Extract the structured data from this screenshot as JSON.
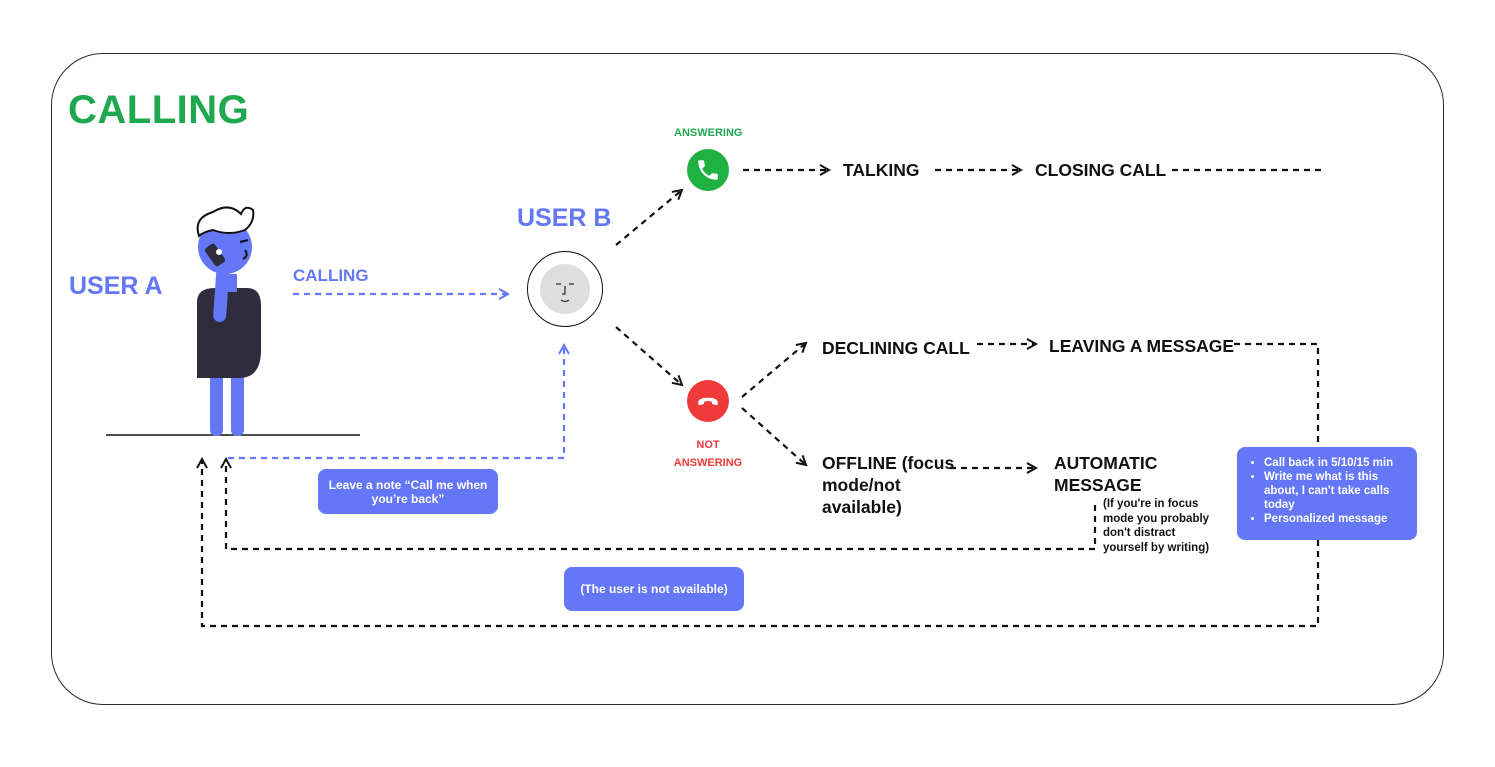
{
  "title": "CALLING",
  "actors": {
    "user_a": "USER A",
    "user_b": "USER B"
  },
  "edges": {
    "calling": "CALLING"
  },
  "states": {
    "answering": "ANSWERING",
    "not_answering": "NOT ANSWERING",
    "talking": "TALKING",
    "closing_call": "CLOSING CALL",
    "declining_call": "DECLINING CALL",
    "leaving_message": "LEAVING A MESSAGE",
    "offline": "OFFLINE (focus mode/not available)",
    "automatic_message": "AUTOMATIC MESSAGE"
  },
  "notes": {
    "focus_mode": "(If you're in focus mode you probably don't distract yourself by writing)",
    "leave_note": "Leave a note “Call me when you’re back”",
    "not_available": "(The user is not available)",
    "message_options": [
      "Call back in 5/10/15 min",
      "Write me what is this about, I can't take calls today",
      "Personalized message"
    ]
  },
  "icons": {
    "answer": "phone-icon",
    "decline": "hang-up-icon",
    "user_a": "person-on-phone-icon",
    "user_b": "face-icon"
  },
  "colors": {
    "title_green": "#1fa84f",
    "accent_blue": "#6477f7",
    "decline_red": "#ee3a3a",
    "figure_dark": "#2e2c3d",
    "ink": "#111111"
  }
}
